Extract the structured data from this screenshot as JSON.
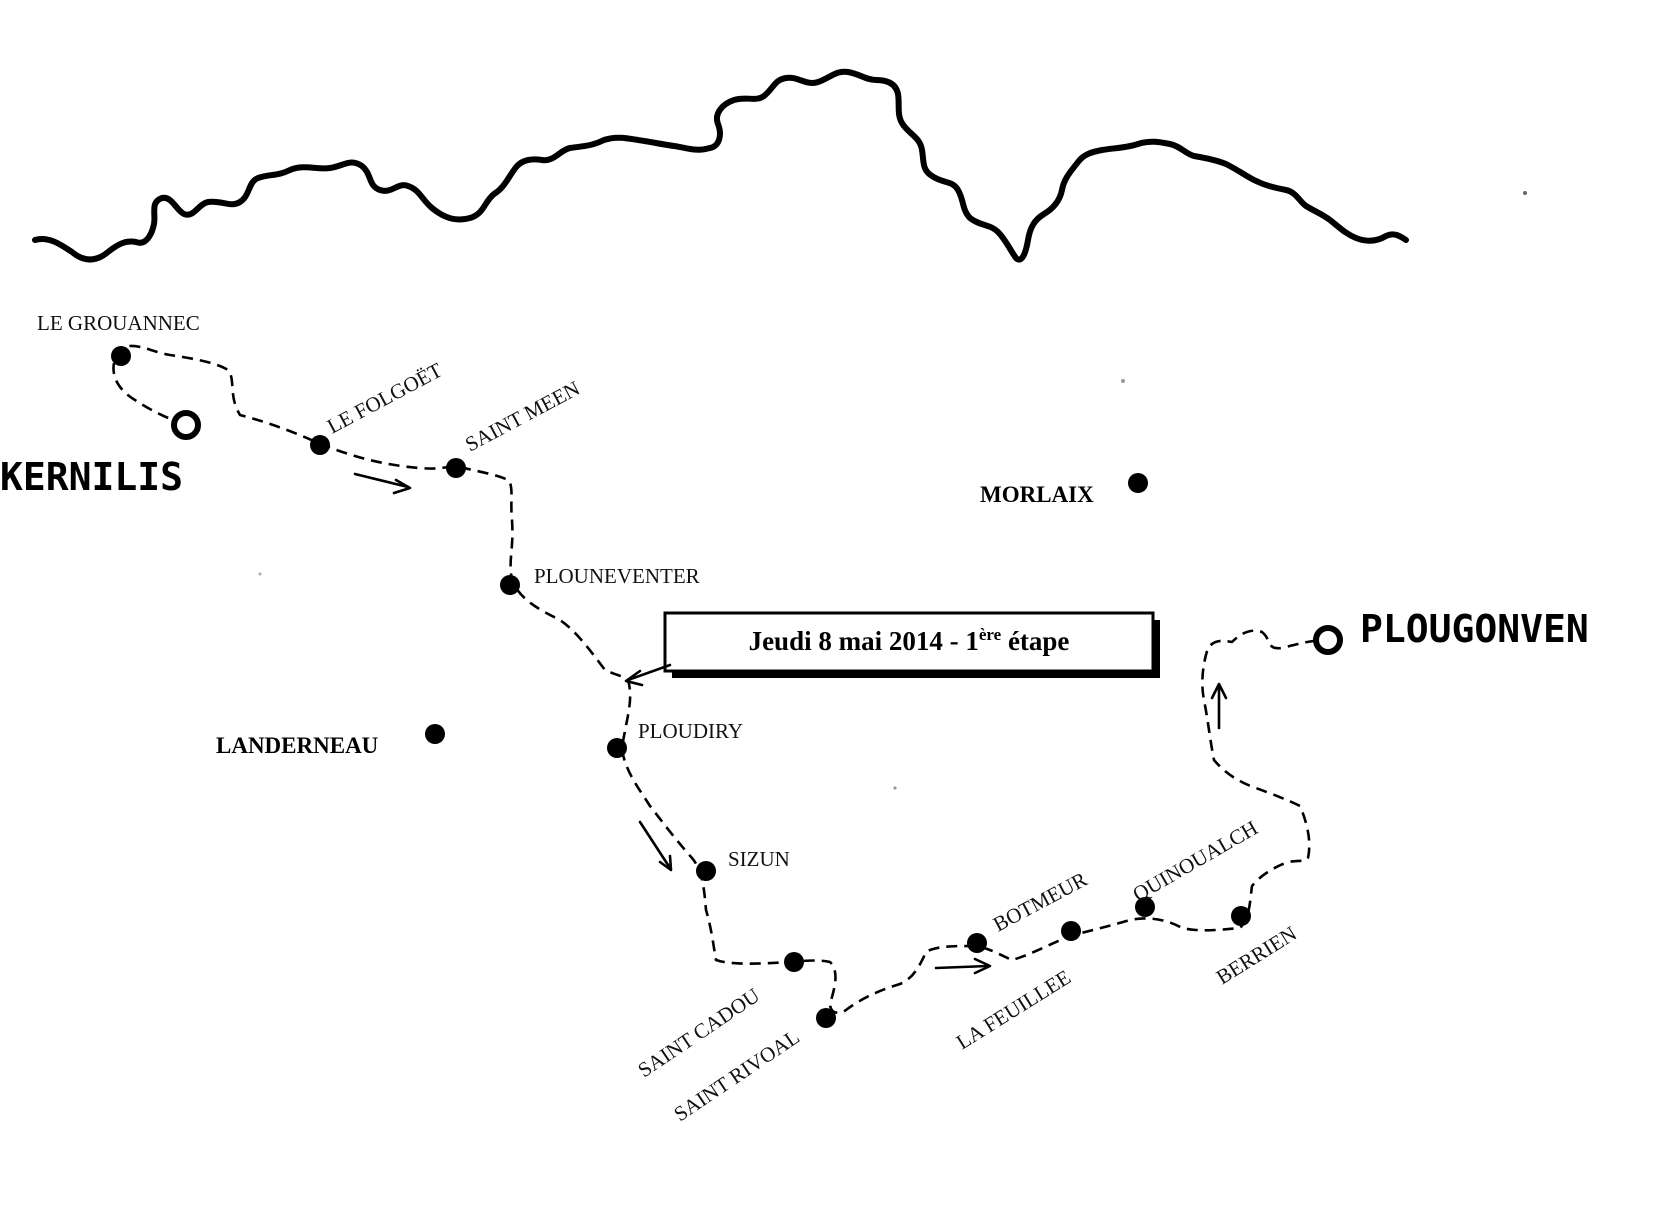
{
  "title": {
    "main": "Jeudi 8 mai 2014 - 1",
    "sup": "ère",
    "end": " étape"
  },
  "places": {
    "le_grouannec": "LE GROUANNEC",
    "kernilis": "KERNILIS",
    "le_folgoet": "LE FOLGOËT",
    "saint_meen": "SAINT MEEN",
    "plouneventer": "PLOUNEVENTER",
    "ploudiry": "PLOUDIRY",
    "landerneau": "LANDERNEAU",
    "sizun": "SIZUN",
    "saint_cadou": "SAINT CADOU",
    "saint_rivoal": "SAINT RIVOAL",
    "botmeur": "BOTMEUR",
    "la_feuillee": "LA FEUILLEE",
    "quinoualch": "QUINOUALCH",
    "berrien": "BERRIEN",
    "morlaix": "MORLAIX",
    "plougonven": "PLOUGONVEN"
  },
  "icons": [
    "town-dot-icon",
    "start-finish-ring-icon",
    "direction-arrow-icon"
  ]
}
